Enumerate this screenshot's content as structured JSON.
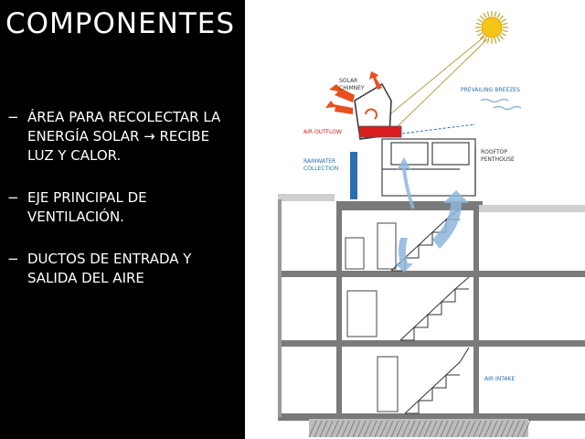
{
  "slide": {
    "title": "COMPONENTES",
    "bullets": [
      {
        "marker": "−",
        "text": "ÁREA PARA RECOLECTAR LA ENERGÍA SOLAR → RECIBE LUZ Y CALOR."
      },
      {
        "marker": "−",
        "text": "EJE PRINCIPAL DE VENTILACIÓN."
      },
      {
        "marker": "−",
        "text": "DUCTOS DE ENTRADA Y SALIDA DEL AIRE"
      }
    ]
  },
  "diagram": {
    "labels": {
      "solar_chimney_1": "SOLAR",
      "solar_chimney_2": "CHIMNEY",
      "air_outflow": "AIR OUTFLOW",
      "rainwater_1": "RAINWATER",
      "rainwater_2": "COLLECTION",
      "breezes": "PREVAILING BREEZES",
      "rooftop_1": "ROOFTOP",
      "rooftop_2": "PENTHOUSE",
      "air_intake": "AIR INTAKE"
    },
    "colors": {
      "sun": "#f5c518",
      "sun_rays": "#c9a227",
      "air_outflow": "#d81e1e",
      "outflow_arrows": "#e8501e",
      "blue_labels": "#2a6fb0",
      "air_flow": "#8fb7dc"
    }
  }
}
